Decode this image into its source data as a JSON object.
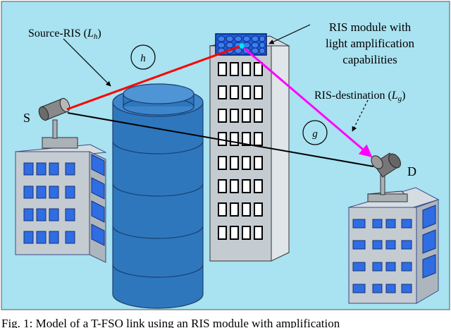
{
  "labels": {
    "source_ris": "Source-RIS (",
    "source_ris_sym": "L",
    "source_ris_sub": "h",
    "close_paren": ")",
    "h": "h",
    "g": "g",
    "s": "S",
    "d": "D",
    "ris_module_line1": "RIS module with",
    "ris_module_line2": "light amplification",
    "ris_module_line3": "capabilities",
    "ris_destination": "RIS-destination (",
    "ris_destination_sym": "L",
    "ris_destination_sub": "g"
  },
  "caption": "Fig. 1: Model of a T-FSO link using an RIS module with amplification",
  "colors": {
    "background": "#a9e2f0",
    "building": "#c4ccd2",
    "building_window": "#2f6de2",
    "tower_window": "#ffffff",
    "cylinder": "#2e77bd",
    "source_ris_beam": "#ff0000",
    "ris_destination_beam": "#ff00ff",
    "direct_link": "#000000"
  }
}
